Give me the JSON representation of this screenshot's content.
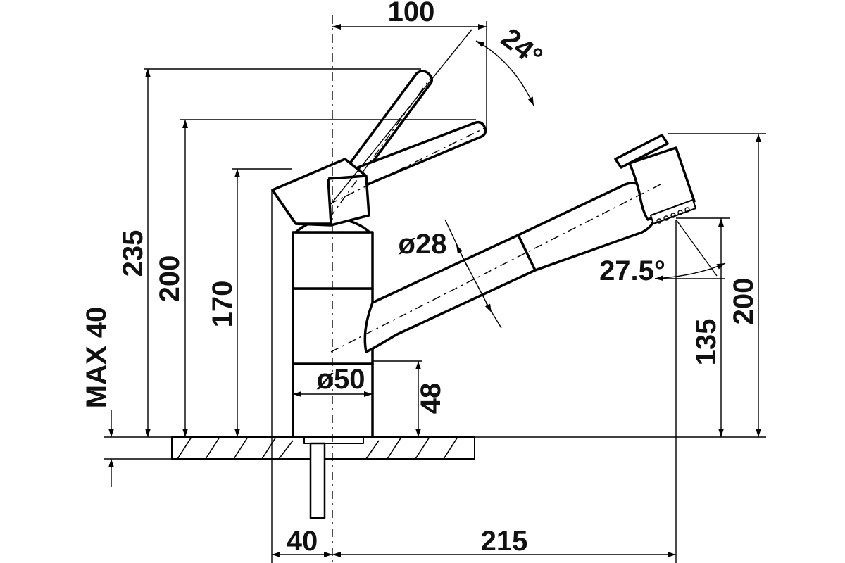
{
  "dimensions": {
    "top_width": "100",
    "lever_angle": "24°",
    "height_lever_max": "235",
    "height_lever": "200",
    "height_body": "170",
    "max_thickness": "MAX 40",
    "spout_diameter": "ø28",
    "body_diameter": "ø50",
    "base_height": "48",
    "spray_angle": "27.5°",
    "spray_height": "135",
    "head_height": "200",
    "base_offset": "40",
    "reach": "215"
  },
  "colors": {
    "line": "#000000",
    "background": "#ffffff"
  }
}
